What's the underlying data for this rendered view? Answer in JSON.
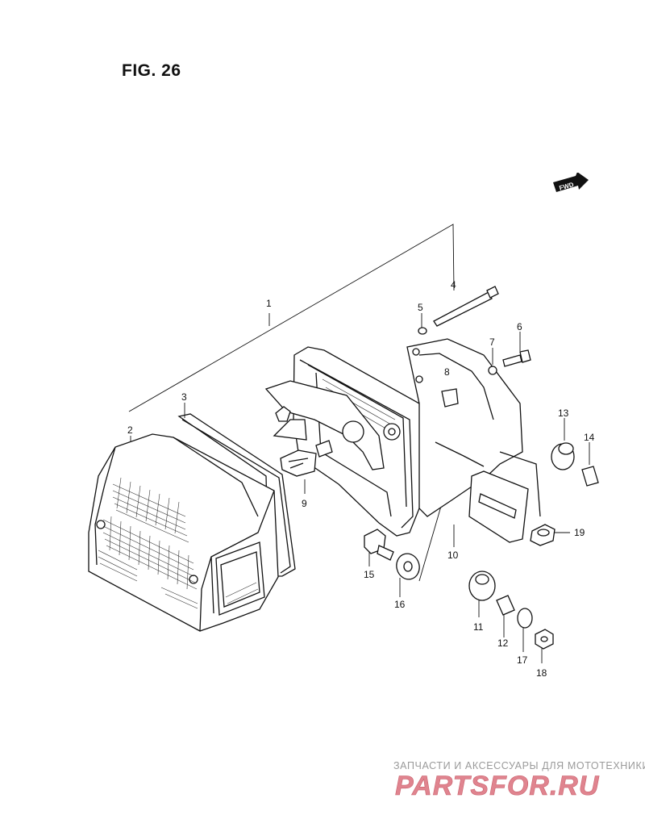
{
  "figure": {
    "title": "FIG. 26"
  },
  "fwd_badge": {
    "label": "FWD"
  },
  "callouts": {
    "p1": "1",
    "p2": "2",
    "p3": "3",
    "p4": "4",
    "p5": "5",
    "p6": "6",
    "p7": "7",
    "p8": "8",
    "p9": "9",
    "p10": "10",
    "p11": "11",
    "p12": "12",
    "p13": "13",
    "p14": "14",
    "p15": "15",
    "p16": "16",
    "p17": "17",
    "p18": "18",
    "p19": "19"
  },
  "watermark": {
    "tagline": "ЗАПЧАСТИ И АКСЕССУАРЫ ДЛЯ МОТОТЕХНИКИ",
    "logo": "PARTSFOR.RU",
    "logo_color": "#e0848f"
  }
}
